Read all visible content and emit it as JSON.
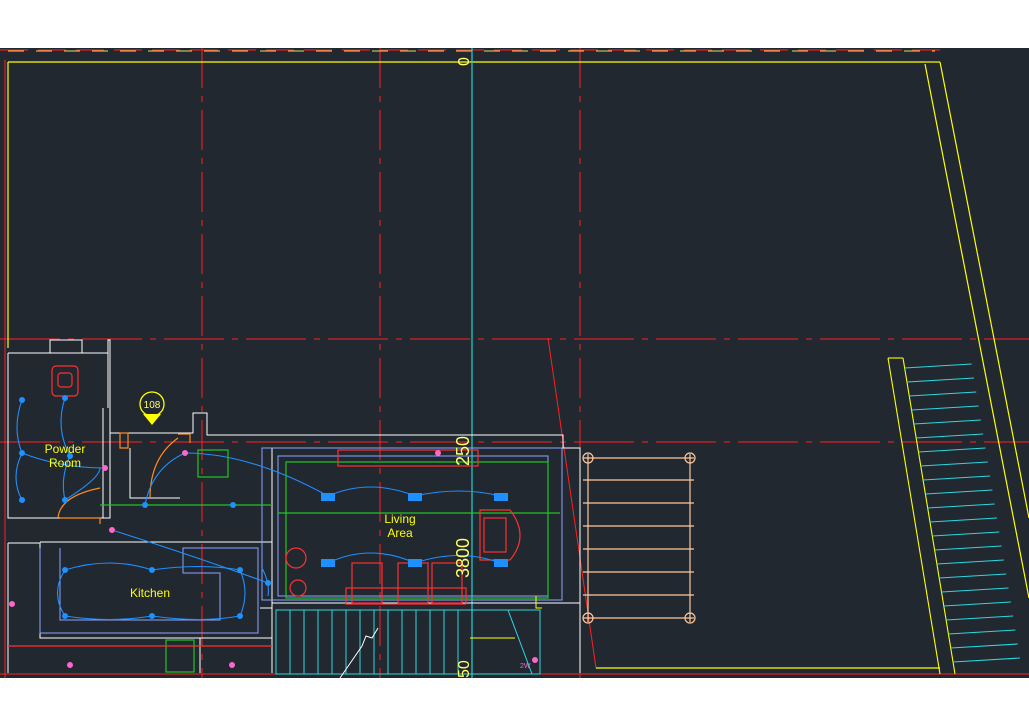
{
  "drawing": {
    "rooms": {
      "powder_room": [
        "Powder",
        "Room"
      ],
      "living_area": [
        "Living",
        "Area"
      ],
      "kitchen": "Kitchen"
    },
    "tag": "108",
    "dims": {
      "top": "0",
      "mid": "250",
      "long": "3800",
      "bottom": "50"
    },
    "switch_label": "2W",
    "colors": {
      "background": "#212830",
      "grid": "#ff2020",
      "wall": "#ffffff",
      "boundary": "#ffff00",
      "centerline": "#22d3d3",
      "fixture": "#1e90ff",
      "furniture": "#ff3030",
      "pergola": "#ffc89b",
      "stairs": "#2fd6e0",
      "green": "#22c522",
      "orange": "#ff8c1a",
      "magenta": "#ff66cc",
      "lightblue": "#8aa4ff"
    }
  }
}
